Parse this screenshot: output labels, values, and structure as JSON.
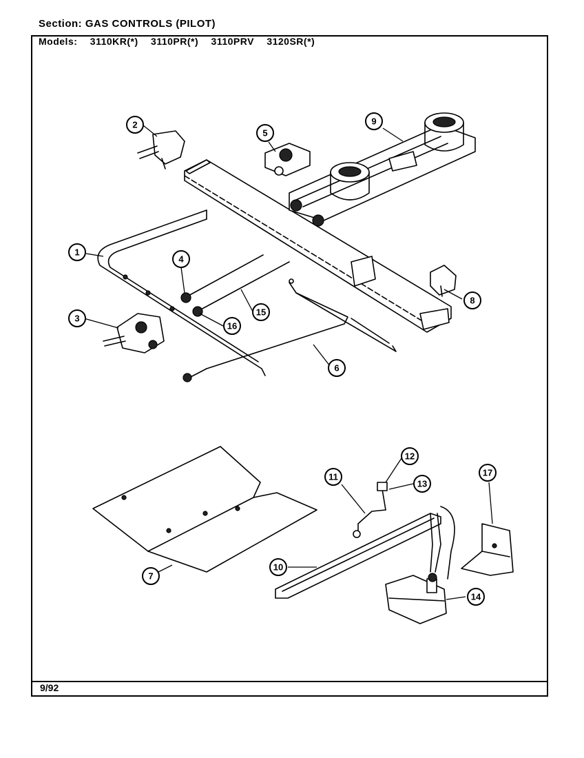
{
  "header": {
    "section_label": "Section:",
    "section_value": "GAS CONTROLS (PILOT)",
    "models_label": "Models:",
    "models": [
      "3110KR(*)",
      "3110PR(*)",
      "3110PRV",
      "3120SR(*)"
    ]
  },
  "footer": {
    "date": "9/92"
  },
  "callouts": [
    "1",
    "2",
    "3",
    "4",
    "5",
    "6",
    "7",
    "8",
    "9",
    "10",
    "11",
    "12",
    "13",
    "14",
    "15",
    "16",
    "17"
  ]
}
